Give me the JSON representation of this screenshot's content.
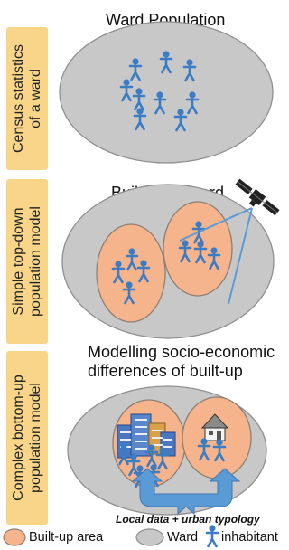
{
  "panels": [
    {
      "label_line1": "Census statistics",
      "label_line2": "of a ward",
      "title": "Ward Population"
    },
    {
      "label_line1": "Simple top-down",
      "label_line2": "population model",
      "title": "Built-up of ward"
    },
    {
      "label_line1": "Complex bottom-up",
      "label_line2": "population model",
      "title_line1": "Modelling socio-economic",
      "title_line2": "differences of built-up"
    }
  ],
  "note": "Local data + urban typology",
  "legend": {
    "builtup": "Built-up area",
    "ward": "Ward",
    "inhabitant": "inhabitant"
  },
  "colors": {
    "label_bg": "#f8d589",
    "ward_fill": "#c8c8c8",
    "builtup_fill": "#f6b48c",
    "person": "#3b7cc4",
    "arrow": "#5b9bd5"
  },
  "icons": [
    "satellite-icon",
    "buildings-icon",
    "house-icon",
    "person-icon"
  ]
}
